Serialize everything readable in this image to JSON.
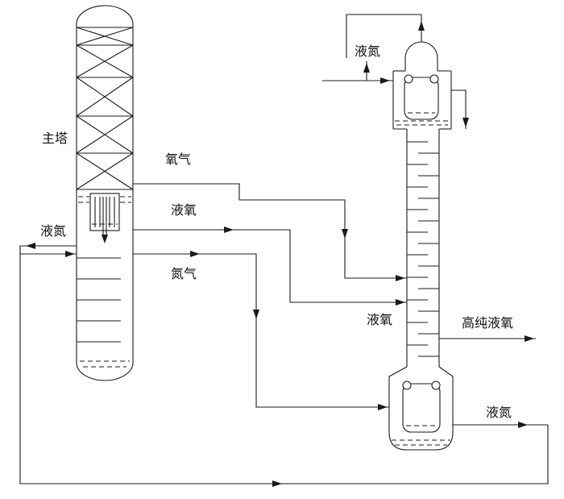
{
  "diagram": {
    "background": "#ffffff",
    "line_color": "#1a1a1a",
    "labels": {
      "main_tower": "主塔",
      "liquid_nitrogen_left": "液氮",
      "oxygen_gas": "氧气",
      "liquid_oxygen_out": "液氧",
      "nitrogen_gas": "氮气",
      "liquid_nitrogen_top": "液氮",
      "liquid_oxygen_feed": "液氧",
      "high_purity_liquid_oxygen": "高纯液氧",
      "liquid_nitrogen_bottom": "液氮"
    }
  }
}
